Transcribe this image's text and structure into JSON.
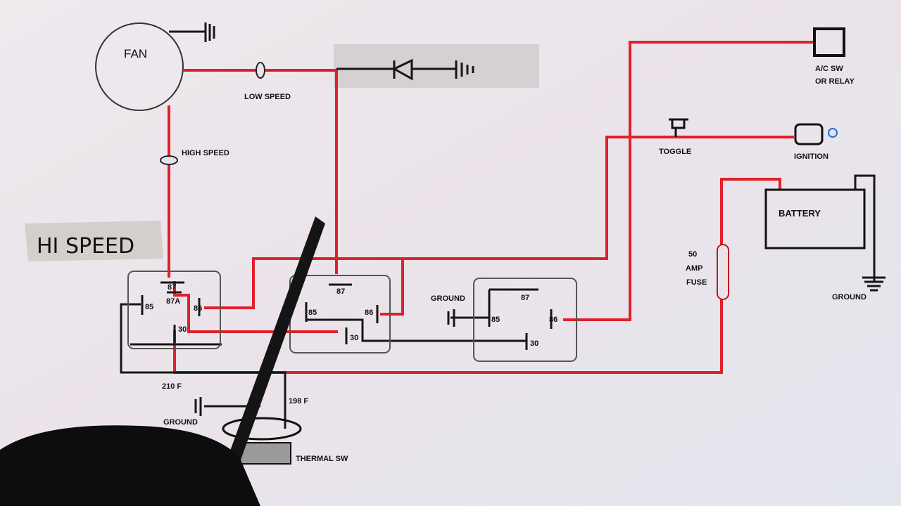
{
  "note": "HI SPEED",
  "fan": {
    "label": "FAN",
    "low_speed": "LOW SPEED",
    "high_speed": "HIGH SPEED"
  },
  "relay1": {
    "pin87": "87",
    "pin87a": "87A",
    "pin85": "85",
    "pin86": "86",
    "pin30": "30"
  },
  "relay2": {
    "pin87": "87",
    "pin85": "85",
    "pin86": "86",
    "pin30": "30"
  },
  "relay3": {
    "ground": "GROUND",
    "pin87": "87",
    "pin85": "85",
    "pin86": "86",
    "pin30": "30"
  },
  "ac_switch": {
    "line1": "A/C SW",
    "line2": "OR RELAY"
  },
  "toggle": "TOGGLE",
  "ignition": "IGNITION",
  "battery": {
    "label": "BATTERY",
    "ground": "GROUND"
  },
  "fuse": {
    "line1": "50",
    "line2": "AMP",
    "line3": "FUSE"
  },
  "thermal": {
    "temp_high": "210 F",
    "temp_low": "198 F",
    "ground": "GROUND",
    "label": "THERMAL SW"
  },
  "colors": {
    "wire_power": "#e0202a",
    "wire_ground": "#161616",
    "background": "#e9e4ea"
  }
}
